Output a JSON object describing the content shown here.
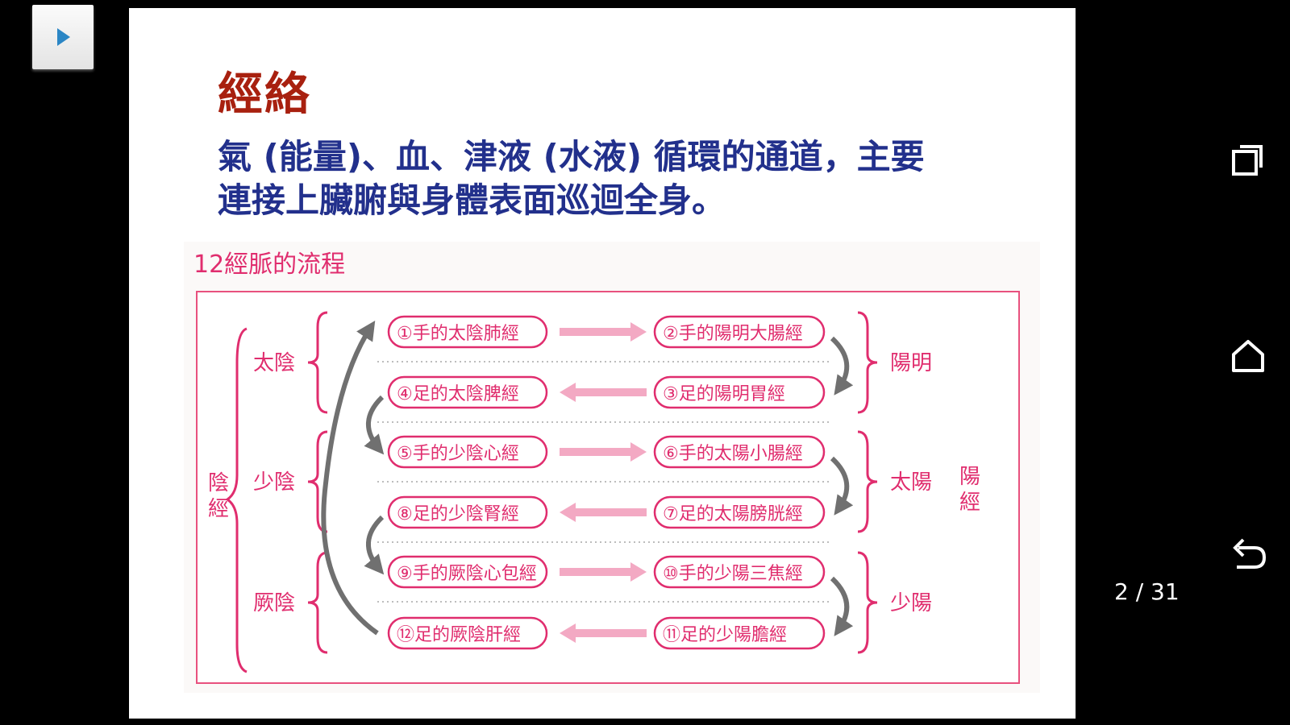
{
  "slide": {
    "title": "經絡",
    "subtitle_lines": [
      "氣 (能量)、血、津液 (水液) 循環的通道，主要",
      "連接上臟腑與身體表面巡迴全身。"
    ]
  },
  "figure": {
    "heading": "12經脈的流程",
    "left_groups": [
      "太陰",
      "少陰",
      "厥陰"
    ],
    "left_outer": "陰經",
    "right_groups": [
      "陽明",
      "太陽",
      "少陽"
    ],
    "right_outer": "陽經",
    "rows": [
      {
        "left": "①手的太陰肺經",
        "right": "②手的陽明大腸經",
        "direction": "right"
      },
      {
        "left": "④足的太陰脾經",
        "right": "③足的陽明胃經",
        "direction": "left"
      },
      {
        "left": "⑤手的少陰心經",
        "right": "⑥手的太陽小腸經",
        "direction": "right"
      },
      {
        "left": "⑧足的少陰腎經",
        "right": "⑦足的太陽膀胱經",
        "direction": "left"
      },
      {
        "left": "⑨手的厥陰心包經",
        "right": "⑩手的少陽三焦經",
        "direction": "right"
      },
      {
        "left": "⑫足的厥陰肝經",
        "right": "⑪足的少陽膽經",
        "direction": "left"
      }
    ]
  },
  "page_indicator": "2 / 31",
  "colors": {
    "title": "#a8200f",
    "subtitle": "#22308c",
    "accent_pink": "#e02d6e",
    "arrow_pink": "#f3a9c3",
    "arrow_gray": "#707070"
  },
  "icons": {
    "play": "play-icon",
    "recents": "recents-icon",
    "home": "home-icon",
    "back": "back-icon"
  }
}
